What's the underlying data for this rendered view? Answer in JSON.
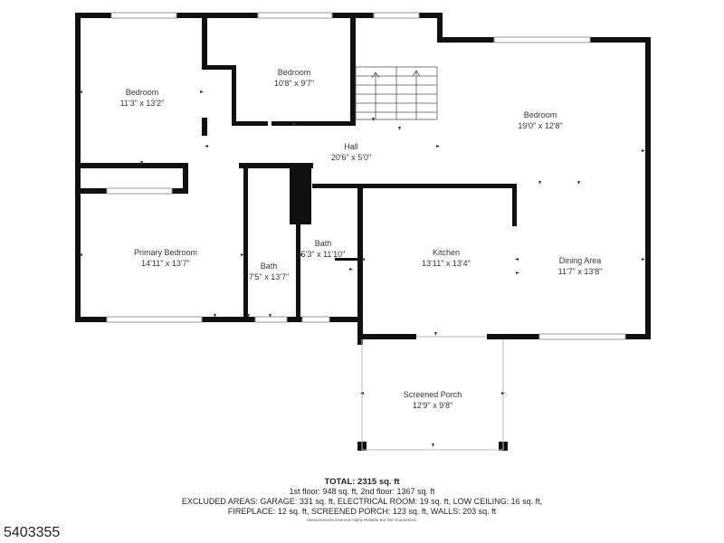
{
  "rooms": {
    "bedroom_nw": {
      "name": "Bedroom",
      "dims": "11'3\" x 13'2\""
    },
    "bedroom_n": {
      "name": "Bedroom",
      "dims": "10'8\" x 9'7\""
    },
    "bedroom_ne": {
      "name": "Bedroom",
      "dims": "19'0\" x 12'8\""
    },
    "hall": {
      "name": "Hall",
      "dims": "20'6\" x 5'0\""
    },
    "primary_bedroom": {
      "name": "Primary Bedroom",
      "dims": "14'11\" x 13'7\""
    },
    "bath_main": {
      "name": "Bath",
      "dims": "7'5\" x 13'7\""
    },
    "bath_small": {
      "name": "Bath",
      "dims": "5'3\" x 11'10\""
    },
    "kitchen": {
      "name": "Kitchen",
      "dims": "13'11\" x 13'4\""
    },
    "dining": {
      "name": "Dining Area",
      "dims": "11'7\" x 13'8\""
    },
    "porch": {
      "name": "Screened Porch",
      "dims": "12'9\" x 9'8\""
    }
  },
  "summary": {
    "total": "TOTAL: 2315 sq. ft",
    "floors": "1st floor: 948 sq. ft, 2nd floor: 1367 sq. ft",
    "excluded_1": "EXCLUDED AREAS: GARAGE: 331 sq. ft, ELECTRICAL ROOM: 19 sq. ft, LOW CEILING: 16 sq. ft,",
    "excluded_2": "FIREPLACE: 12 sq. ft, SCREENED PORCH: 123 sq. ft, WALLS: 203 sq. ft",
    "disclaimer": "Measurements Deemed Highly Reliable But Not Guaranteed."
  },
  "listing_id": "5403355",
  "colors": {
    "wall": "#111111",
    "window": "#aaaaaa",
    "text": "#333333"
  }
}
